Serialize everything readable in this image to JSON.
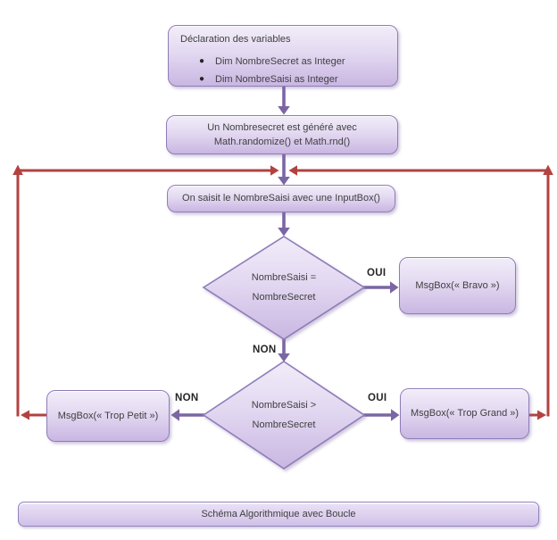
{
  "diagram": {
    "nodes": {
      "declaration": {
        "title": "Déclaration des variables",
        "bullets": [
          "Dim NombreSecret as Integer",
          "Dim NombreSaisi as Integer"
        ]
      },
      "generate": {
        "line1": "Un Nombresecret est généré avec",
        "line2": "Math.randomize() et Math.rnd()"
      },
      "input": {
        "text": "On saisit le NombreSaisi avec une InputBox()"
      },
      "decision_equal": {
        "line1": "NombreSaisi =",
        "line2": "NombreSecret"
      },
      "decision_greater": {
        "line1": "NombreSaisi >",
        "line2": "NombreSecret"
      },
      "msgbox_bravo": {
        "text": "MsgBox(« Bravo »)"
      },
      "msgbox_trop_petit": {
        "text": "MsgBox(« Trop Petit »)"
      },
      "msgbox_trop_grand": {
        "text": "MsgBox(« Trop Grand »)"
      }
    },
    "branch_labels": {
      "equal_oui": "OUI",
      "equal_non": "NON",
      "greater_non": "NON",
      "greater_oui": "OUI"
    },
    "caption": "Schéma Algorithmique avec Boucle",
    "colors": {
      "node_border": "#8f7cb8",
      "node_fill_top": "#f2edf9",
      "node_fill_bottom": "#c9b6e2",
      "flow_arrow": "#7b66a4",
      "loop_arrow": "#b2423f",
      "text": "#3f3f3f"
    }
  }
}
